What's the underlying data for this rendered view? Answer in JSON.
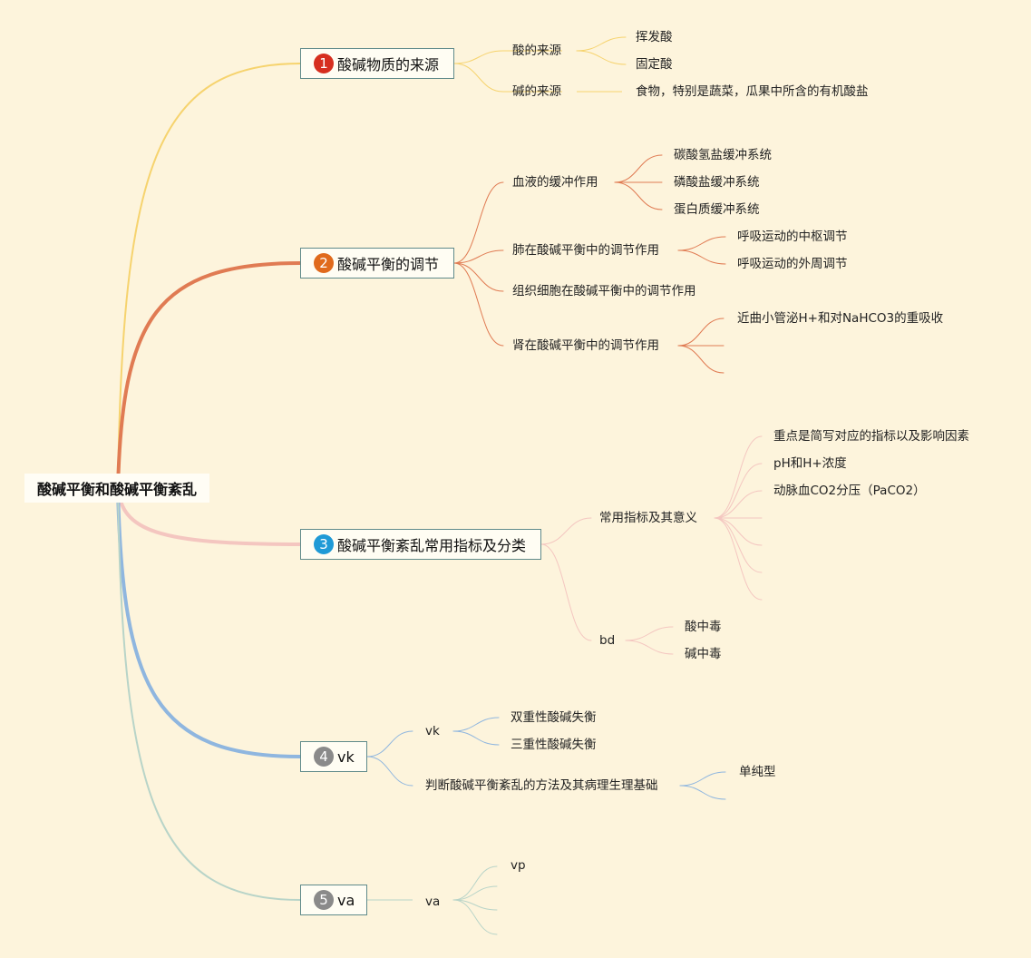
{
  "root": "酸碱平衡和酸碱平衡紊乱",
  "colors": {
    "background": "#fdf4dc",
    "branch1": "#f6d36e",
    "branch2": "#e07b53",
    "branch3": "#f4c6c0",
    "branch4": "#8fb6df",
    "branch5": "#b8d4c8",
    "badge1": "#d62f1f",
    "badge2": "#e06a1c",
    "badge3": "#1f9ad6",
    "badge4": "#8a8a8a",
    "badge5": "#8a8a8a"
  },
  "branches": [
    {
      "num": "1",
      "label": "酸碱物质的来源",
      "children": [
        {
          "label": "酸的来源",
          "children": [
            "挥发酸",
            "固定酸"
          ]
        },
        {
          "label": "碱的来源",
          "children": [
            "食物，特别是蔬菜，瓜果中所含的有机酸盐"
          ]
        }
      ]
    },
    {
      "num": "2",
      "label": "酸碱平衡的调节",
      "children": [
        {
          "label": "血液的缓冲作用",
          "children": [
            "碳酸氢盐缓冲系统",
            "磷酸盐缓冲系统",
            "蛋白质缓冲系统"
          ]
        },
        {
          "label": "肺在酸碱平衡中的调节作用",
          "children": [
            "呼吸运动的中枢调节",
            "呼吸运动的外周调节"
          ]
        },
        {
          "label": "组织细胞在酸碱平衡中的调节作用",
          "children": []
        },
        {
          "label": "肾在酸碱平衡中的调节作用",
          "children": [
            "近曲小管泌H+和对NaHCO3的重吸收",
            "",
            ""
          ]
        }
      ]
    },
    {
      "num": "3",
      "label": "酸碱平衡紊乱常用指标及分类",
      "children": [
        {
          "label": "常用指标及其意义",
          "children": [
            "重点是简写对应的指标以及影响因素",
            "pH和H+浓度",
            "动脉血CO2分压（PaCO2）",
            "",
            "",
            "",
            ""
          ]
        },
        {
          "label": "bd",
          "children": [
            "酸中毒",
            "碱中毒"
          ]
        }
      ]
    },
    {
      "num": "4",
      "label": "vk",
      "children": [
        {
          "label": "vk",
          "children": [
            "双重性酸碱失衡",
            "三重性酸碱失衡"
          ]
        },
        {
          "label": "判断酸碱平衡紊乱的方法及其病理生理基础",
          "children": [
            "单纯型",
            ""
          ]
        }
      ]
    },
    {
      "num": "5",
      "label": "va",
      "children": [
        {
          "label": "va",
          "children": [
            "vp",
            "",
            "",
            ""
          ]
        }
      ]
    }
  ]
}
